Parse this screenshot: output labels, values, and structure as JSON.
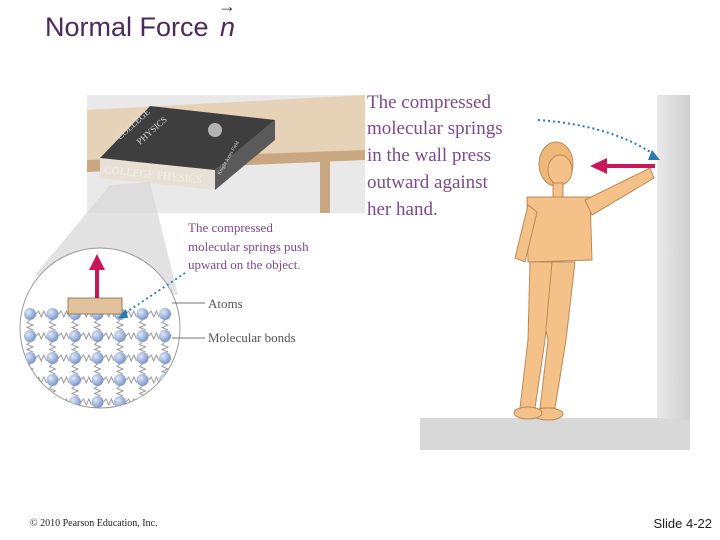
{
  "slide": {
    "title_text": "Normal Force",
    "title_vector": "n",
    "title_arrow": "→",
    "copyright": "© 2010 Pearson Education, Inc.",
    "slide_number": "Slide 4-22"
  },
  "figure": {
    "book_title": "COLLEGE PHYSICS",
    "book_spine": "Knight Jones Field",
    "book_cover_word1": "COLLEGE",
    "book_cover_word2": "PHYSICS",
    "table_caption_lines": [
      "The compressed",
      "molecular springs push",
      "upward on the object."
    ],
    "wall_caption_lines": [
      "The compressed",
      "molecular springs",
      "in the wall press",
      "outward against",
      "her hand."
    ],
    "label_atoms": "Atoms",
    "label_bonds": "Molecular bonds"
  },
  "colors": {
    "title": "#4a2a5c",
    "caption": "#7b4a8a",
    "force_arrow": "#c8185a",
    "dotted_pointer": "#2a7ab0",
    "atom": "#8aa6d8",
    "skin": "#f4c188"
  }
}
